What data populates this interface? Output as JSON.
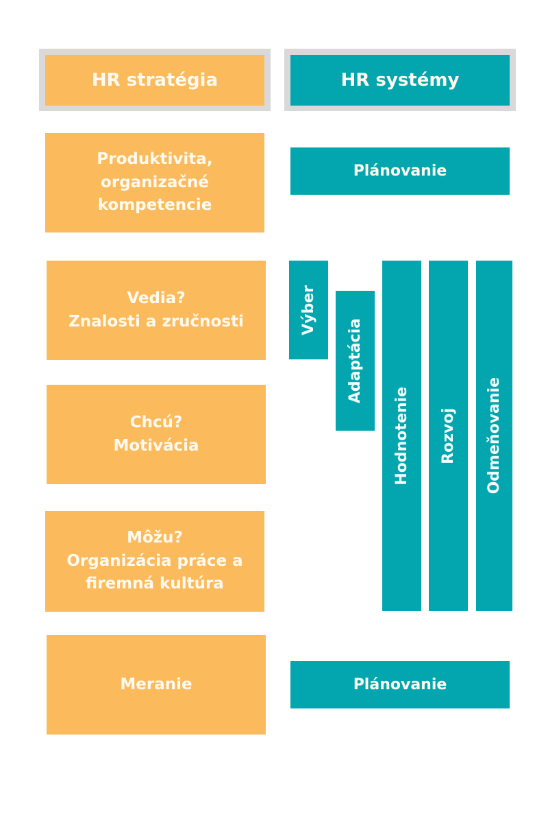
{
  "colors": {
    "strategy": "#fbbb5d",
    "systems": "#03a6ae",
    "frame": "#d9d9d9",
    "text": "#ffffff"
  },
  "headers": {
    "strategy": "HR stratégia",
    "systems": "HR systémy"
  },
  "strategy_items": [
    "Produktivita,\norganizačné\nkompetencie",
    "Vedia?\nZnalosti a zručnosti",
    "Chcú?\nMotivácia",
    "Môžu?\nOrganizácia práce a\nfiremná kultúra",
    "Meranie"
  ],
  "systems": {
    "top": "Plánovanie",
    "vertical": [
      "Výber",
      "Adaptácia",
      "Hodnotenie",
      "Rozvoj",
      "Odmeňovanie"
    ],
    "bottom": "Plánovanie"
  }
}
